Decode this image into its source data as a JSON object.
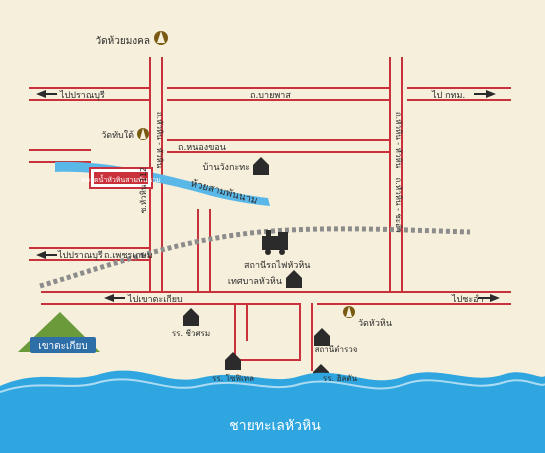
{
  "map": {
    "colors": {
      "background": "#f6efdb",
      "road_edge": "#c9323a",
      "road_fill": "#ffffff",
      "water": "#5ab8e8",
      "sea": "#2fa6df",
      "sea_foam": "#ffffff",
      "mountain": "#6a9a3a",
      "railway": "#8c8c8c",
      "temple_icon": "#7a5a12",
      "building_icon": "#2b2b2b",
      "market_sign": "#c9323a"
    },
    "landmarks": {
      "wat_huai_mongkol": "วัดห้วยมงคล",
      "wat_thap_tai": "วัดทับใต้",
      "ban_wang_krata": "บ้านวังกะทะ",
      "market_sign": "ตลาดน้ำหัวหินสามพันนาม",
      "huai_sam_phan_nam": "ห้วยสามพันนาม",
      "hua_hin_station": "สถานีรถไฟหัวหิน",
      "municipality": "เทศบาลหัวหิน",
      "khao_takiap": "เขาตะเกียบ",
      "wat_hua_hin": "วัดหัวหิน",
      "rr_chiwasom": "รร. ชีวศรม",
      "police_station": "สถานีตำรวจ",
      "rr_sophitel": "รร. โซฟิเทล",
      "rr_hilton": "รร. ฮิลตัน",
      "beach": "ชายทะเลหัวหิน"
    },
    "roads": {
      "to_pranburi_top": "ไปปราณบุรี",
      "bai_pas": "ถ.บายพาส",
      "to_bangkok": "ไป กทม.",
      "nong_khon": "ถ.หนองขอน",
      "to_pranburi_mid": "ไปปราณบุรี",
      "phet_kasem": "ถ.เพชรเกษม",
      "to_khao_takiap": "ไปเขาตะเกียบ",
      "to_cha_am": "ไปชะอำ",
      "soi_112": "ซ.หัวหิน 112",
      "hua_hin_hua_hin_left": "ถ.หัวหิน - หัวหิน",
      "hua_hin_hua_hin_right": "ถ.หัวหิน - หัวหิน",
      "hua_hin_khao_takiap": "ถ.หัวหิน - ชะอำ"
    }
  }
}
